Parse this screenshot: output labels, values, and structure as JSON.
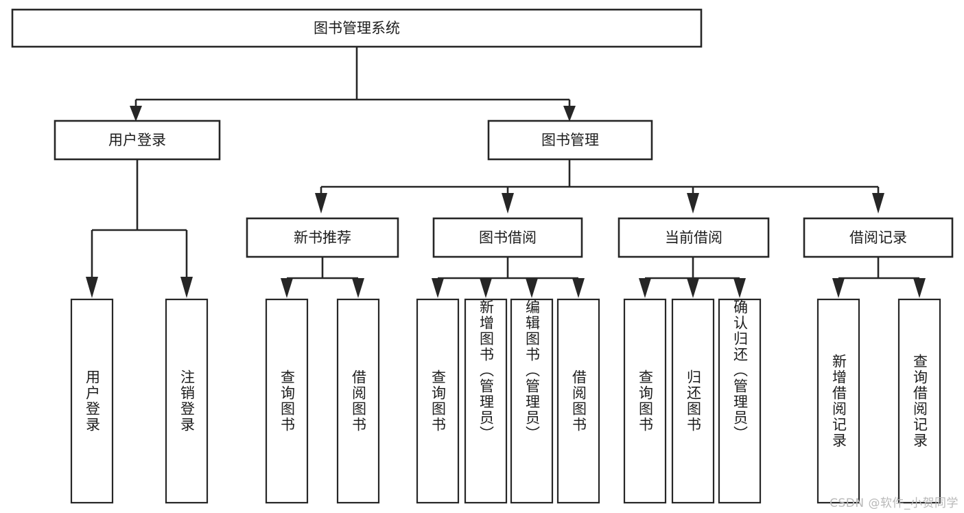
{
  "diagram": {
    "title": "图书管理系统",
    "type": "tree",
    "orientation": "top-down",
    "colors": {
      "background": "#ffffff",
      "box_fill": "#ffffff",
      "box_stroke": "#262626",
      "connector": "#262626",
      "text": "#1c1c1c",
      "watermark": "#b9b9b9"
    },
    "watermark": "CSDN @软件_小贺同学",
    "levels": {
      "root": {
        "label": "图书管理系统"
      },
      "level2": [
        {
          "label": "用户登录"
        },
        {
          "label": "图书管理"
        }
      ],
      "level3": [
        {
          "label": "新书推荐",
          "parent": "图书管理"
        },
        {
          "label": "图书借阅",
          "parent": "图书管理"
        },
        {
          "label": "当前借阅",
          "parent": "图书管理"
        },
        {
          "label": "借阅记录",
          "parent": "图书管理"
        }
      ],
      "leaves": {
        "用户登录": [
          {
            "label": "用户登录"
          },
          {
            "label": "注销登录"
          }
        ],
        "新书推荐": [
          {
            "label": "查询图书"
          },
          {
            "label": "借阅图书"
          }
        ],
        "图书借阅": [
          {
            "label": "查询图书"
          },
          {
            "label": "新增图书（管理员）"
          },
          {
            "label": "编辑图书（管理员）"
          },
          {
            "label": "借阅图书"
          }
        ],
        "当前借阅": [
          {
            "label": "查询图书"
          },
          {
            "label": "归还图书"
          },
          {
            "label": "确认归还（管理员）"
          }
        ],
        "借阅记录": [
          {
            "label": "新增借阅记录"
          },
          {
            "label": "查询借阅记录"
          }
        ]
      }
    }
  }
}
